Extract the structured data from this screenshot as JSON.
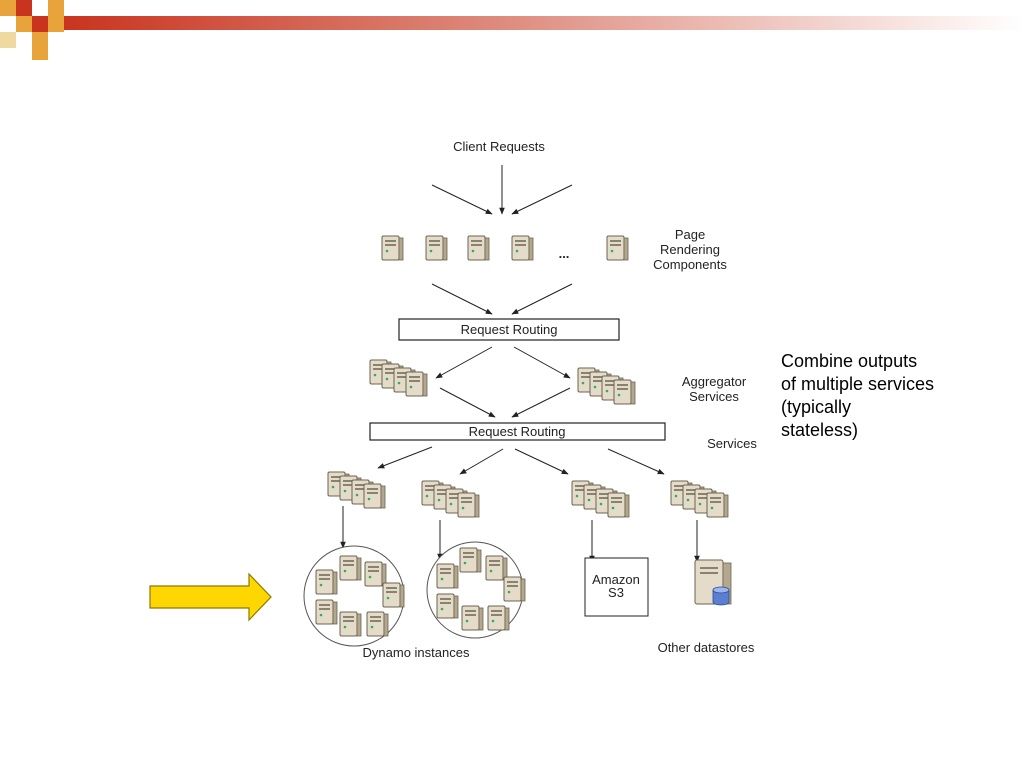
{
  "diagram": {
    "client_requests": "Client Requests",
    "ellipsis": "...",
    "page_rendering": [
      "Page",
      "Rendering",
      "Components"
    ],
    "request_routing_1": "Request Routing",
    "aggregator_services": [
      "Aggregator",
      "Services"
    ],
    "request_routing_2": "Request Routing",
    "services": "Services",
    "amazon_s3": [
      "Amazon",
      "S3"
    ],
    "dynamo_instances": "Dynamo instances",
    "other_datastores": "Other datastores"
  },
  "note": {
    "lines": [
      "Combine outputs",
      "of multiple services",
      "(typically",
      "stateless)"
    ]
  },
  "colors": {
    "header_red": "#c9341f",
    "header_orange": "#e8a33a",
    "arrow_fill": "#ffd700",
    "arrow_stroke": "#8a7a00"
  }
}
